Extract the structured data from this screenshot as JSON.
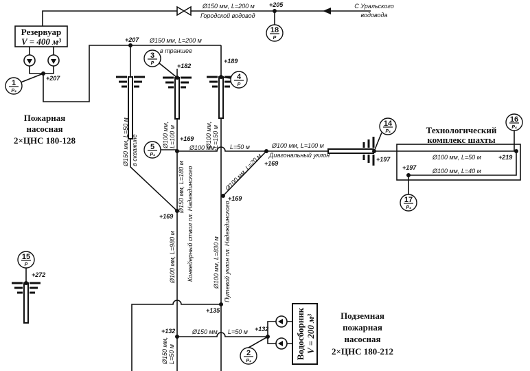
{
  "top_pipe": {
    "spec": "Ø150 мм, L=200 м",
    "name": "Городской водовод",
    "node": "+205",
    "source_line1": "С Уральского",
    "source_line2": "водовода"
  },
  "reservoir": {
    "title": "Резервуар",
    "volume": "V = 400 м³",
    "node": "+207"
  },
  "surface_pump_station": {
    "line1": "Пожарная",
    "line2": "насосная",
    "line3": "2×ЦНС 180-128"
  },
  "trench_pipe": {
    "node": "+207",
    "spec": "Ø150 мм, L=200 м",
    "note": "в траншее"
  },
  "wells": {
    "w1": {
      "spec": "Ø150 мм, L=50 м",
      "note": "в скважине"
    },
    "w2": {
      "node": "+182",
      "spec1": "Ø100 мм,",
      "spec2": "L=100 м"
    },
    "w3": {
      "node": "+189",
      "spec1": "Ø100 мм,",
      "spec2": "L=150 м"
    },
    "w15": {
      "node": "+272"
    }
  },
  "mid": {
    "node_a": "+169",
    "pipe_a": "Ø100 мм,",
    "pipe_b": "L=50 м",
    "node_b": "+169",
    "node_c": "+169",
    "node_d": "+169",
    "diag_spec": "Ø100 мм, L=20 м",
    "diag_pipe": "Ø100 мм, L=100 м",
    "diag_name": "Диагональный уклон",
    "conv_spec": "Ø150 мм, L=180 м",
    "conv_name": "Конвейерный ствол пл. Надеждинского",
    "conv_spec2": "Ø100 мм, L=980 м",
    "track_spec": "Ø100 мм, L=830 м",
    "track_name": "Путевой уклон пл. Надеждинского"
  },
  "tech_complex": {
    "line1": "Технологический",
    "line2": "комплекс шахты",
    "node_in": "+197",
    "pipe1": "Ø100 мм, L=50 м",
    "node_r": "+219",
    "node_l": "+197",
    "pipe2": "Ø100 мм, L=40 м"
  },
  "bottom": {
    "node_135": "+135",
    "node_132a": "+132",
    "pipe1": "Ø150 мм,",
    "pipe2": "L=50 м",
    "node_132b": "+132",
    "left_spec1": "Ø150 мм,",
    "left_spec2": "L=50 м",
    "sump_title": "Водосборник",
    "sump_volume": "V = 200 м³",
    "station_line1": "Подземная",
    "station_line2": "пожарная",
    "station_line3": "насосная",
    "station_line4": "2×ЦНС 180-212"
  },
  "points": [
    {
      "num": "1",
      "sub": "Pₛ"
    },
    {
      "num": "2",
      "sub": "Pₛ"
    },
    {
      "num": "3",
      "sub": "P"
    },
    {
      "num": "4",
      "sub": "P"
    },
    {
      "num": "5",
      "sub": "Pₛ"
    },
    {
      "num": "14",
      "sub": "Pₛ"
    },
    {
      "num": "15",
      "sub": "P"
    },
    {
      "num": "16",
      "sub": "Pₛ"
    },
    {
      "num": "17",
      "sub": "Pₛ"
    },
    {
      "num": "18",
      "sub": "P"
    }
  ]
}
